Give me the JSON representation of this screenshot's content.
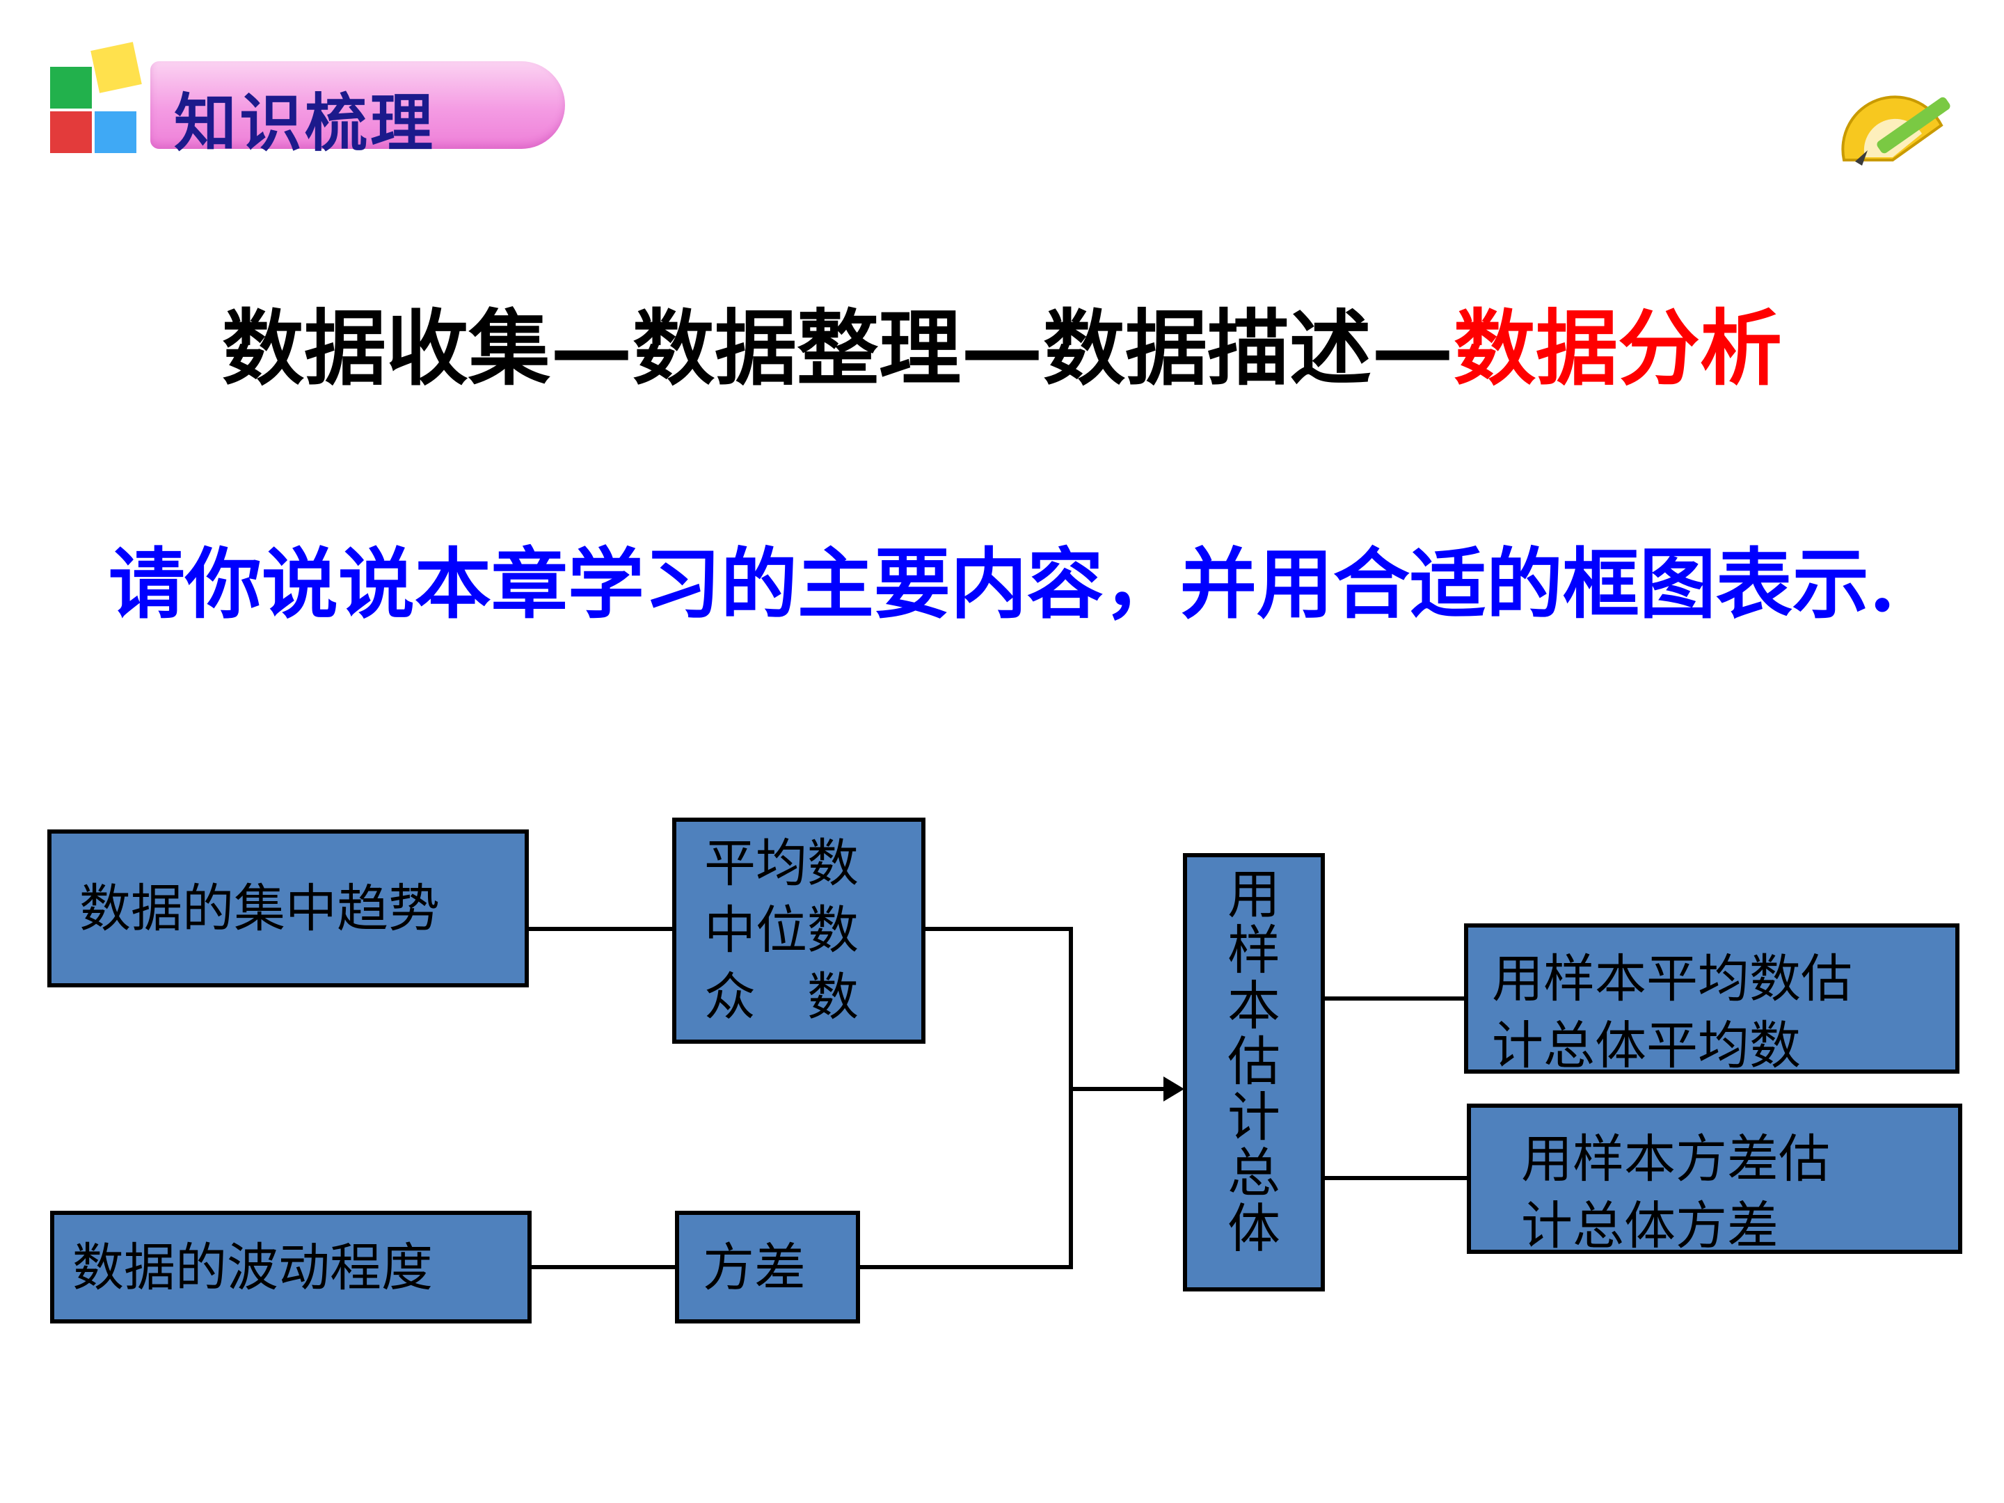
{
  "header": {
    "badge_title": "知识梳理",
    "badge_icon": "colored-cubes-icon",
    "corner_icon": "protractor-pencil-icon"
  },
  "flow": {
    "steps": [
      "数据收集",
      "数据整理",
      "数据描述"
    ],
    "separator": "—",
    "highlight": "数据分析",
    "highlight_color": "#ff0000"
  },
  "prompt": "请你说说本章学习的主要内容，并用合适的框图表示.",
  "diagram": {
    "box_color": "#4f81bd",
    "central_tendency": "数据的集中趋势",
    "measures": [
      "平均数",
      "中位数",
      "众　数"
    ],
    "dispersion": "数据的波动程度",
    "variance": "方差",
    "estimate_vertical": [
      "用",
      "样",
      "本",
      "估",
      "计",
      "总",
      "体"
    ],
    "estimate_mean": [
      "用样本平均数估",
      "计总体平均数"
    ],
    "estimate_variance": [
      "用样本方差估",
      "计总体方差"
    ]
  }
}
